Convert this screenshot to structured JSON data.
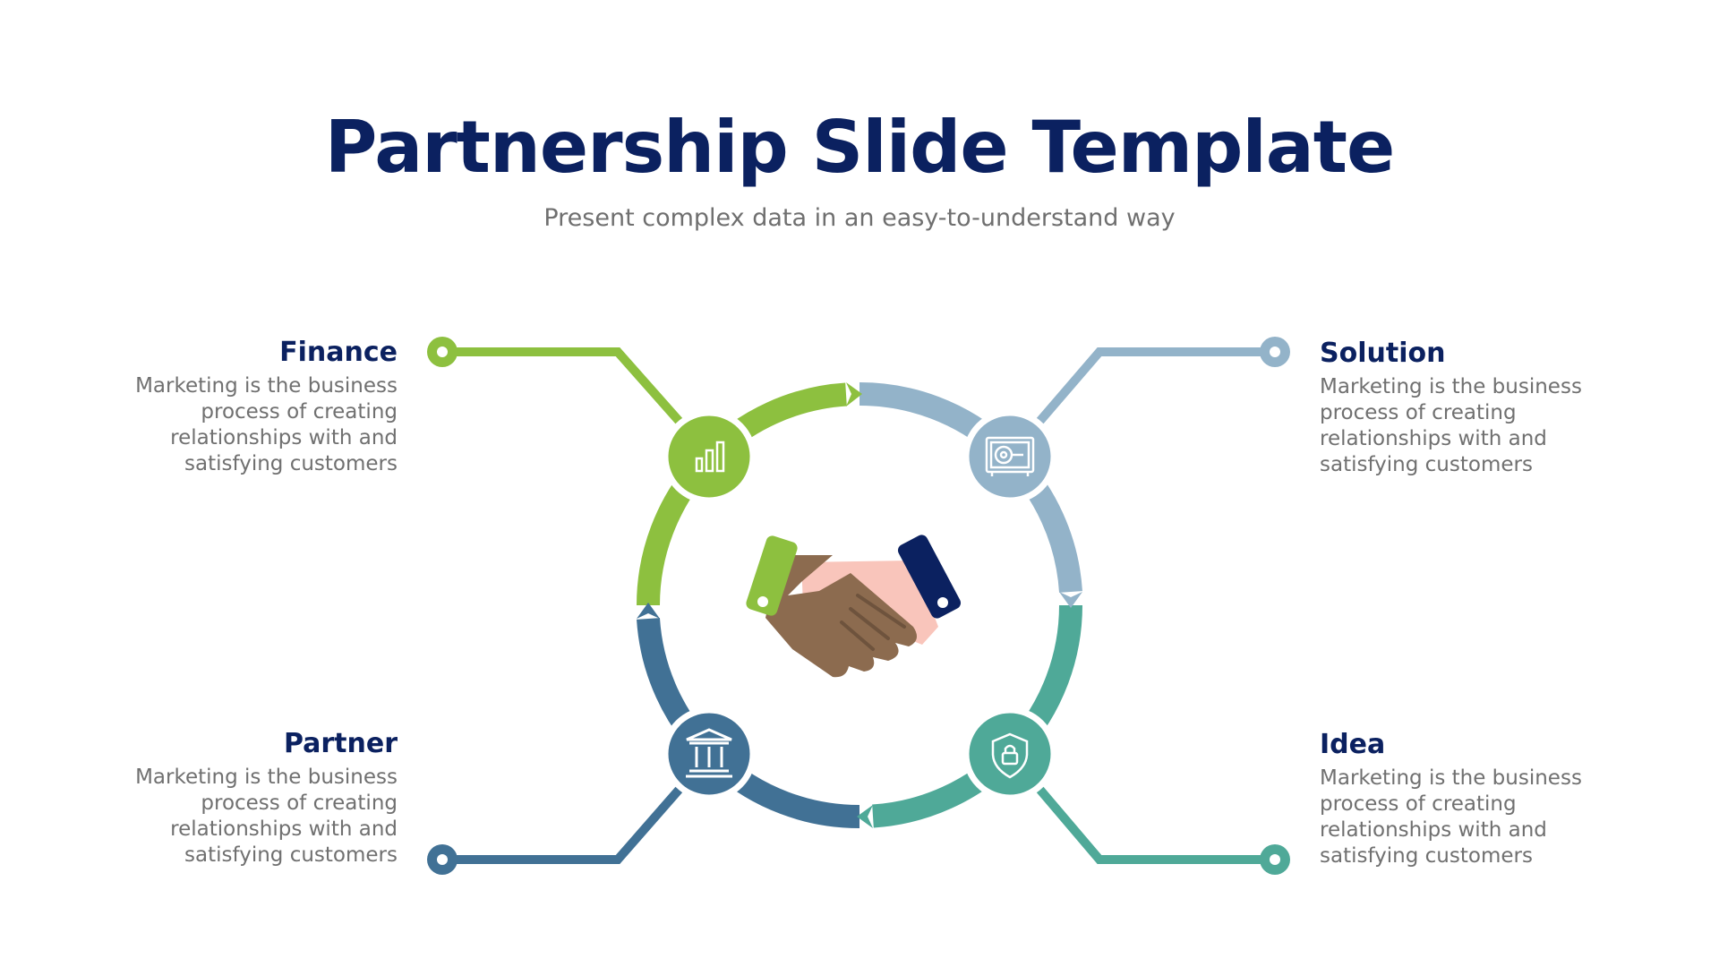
{
  "slide": {
    "title": "Partnership Slide Template",
    "subtitle": "Present complex data in an easy-to-understand way"
  },
  "colors": {
    "title": "#0b2160",
    "body_text": "#707070",
    "finance": "#8dc03f",
    "solution": "#93b3c9",
    "idea": "#4fa998",
    "partner": "#417195",
    "hand_left_skin": "#8c6b4f",
    "hand_right_skin": "#f9c5bb",
    "cuff_right": "#0b2160"
  },
  "items": [
    {
      "key": "finance",
      "title": "Finance",
      "icon": "bar-chart-icon",
      "description": "Marketing is the business process of creating relationships with and satisfying customers"
    },
    {
      "key": "solution",
      "title": "Solution",
      "icon": "safe-icon",
      "description": "Marketing is the business process of creating relationships with and satisfying customers"
    },
    {
      "key": "partner",
      "title": "Partner",
      "icon": "bank-icon",
      "description": "Marketing is the business process of creating relationships with and satisfying customers"
    },
    {
      "key": "idea",
      "title": "Idea",
      "icon": "shield-lock-icon",
      "description": "Marketing is the business process of creating relationships with and satisfying customers"
    }
  ],
  "center_icon": "handshake-icon"
}
